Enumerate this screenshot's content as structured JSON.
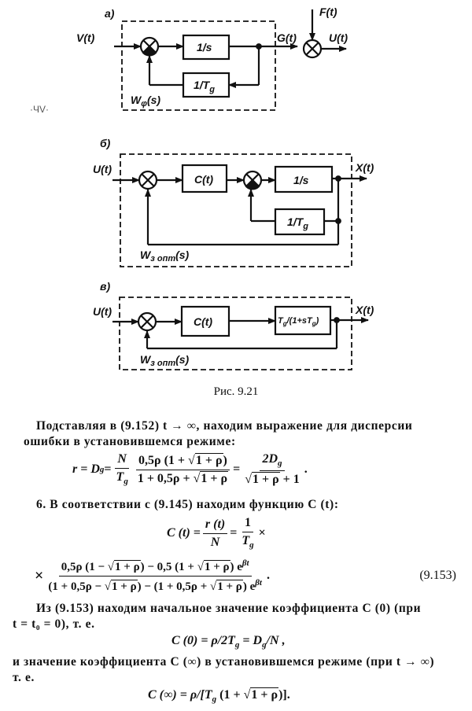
{
  "margin_mark": "·ЧV·",
  "figure": {
    "caption": "Рис. 9.21",
    "panel_a": {
      "label": "а)",
      "input": "V(t)",
      "output_inner": "G(t)",
      "disturbance": "F(t)",
      "output": "U(t)",
      "block_forward": "1/s",
      "block_feedback": "1/T",
      "block_feedback_sub": "g",
      "transfer_label": "W",
      "transfer_sub": "φ",
      "transfer_arg": "(s)"
    },
    "panel_b": {
      "label": "б)",
      "input": "U(t)",
      "output": "X(t)",
      "block_c": "C(t)",
      "block_forward": "1/s",
      "block_feedback": "1/T",
      "block_feedback_sub": "g",
      "transfer_label": "W",
      "transfer_sub": "з опт",
      "transfer_arg": "(s)"
    },
    "panel_v": {
      "label": "в)",
      "input": "U(t)",
      "output": "X(t)",
      "block_c": "C(t)",
      "block_plant": "T",
      "block_plant_rest": "/(1+sT",
      "block_plant_end": ")",
      "block_plant_sub": "g",
      "transfer_label": "W",
      "transfer_sub": "з опт",
      "transfer_arg": "(s)"
    }
  },
  "text": {
    "para1_line1": "Подставляя в (9.152) t → ∞, находим выражение для дисперсии",
    "para1_line2": "ошибки в установившемся режиме:",
    "eq1": {
      "lhs": "r = D",
      "lhs_sub": "g",
      "eq": " = ",
      "f1_num": "N",
      "f1_den": "T",
      "f1_den_sub": "g",
      "f2_num_a": "0,5ρ (1 + ",
      "f2_num_sqrt": "1 + ρ",
      "f2_num_b": ")",
      "f2_den_a": "1 + 0,5ρ + ",
      "f2_den_sqrt": "1 + ρ",
      "eq2": " = ",
      "f3_num": "2D",
      "f3_num_sub": "g",
      "f3_den_sqrt": "1 + ρ",
      "f3_den_b": " + 1",
      "end": " ."
    },
    "para2": "6. В соответствии с (9.145) находим функцию C (t):",
    "eq2": {
      "lhs": "C (t) = ",
      "f1_num": "r (t)",
      "f1_den": "N",
      "eq": " = ",
      "f2_num": "1",
      "f2_den": "T",
      "f2_den_sub": "g",
      "times": " ×"
    },
    "eq3": {
      "times": "×",
      "num_a": "0,5ρ (1 − ",
      "num_sqrt1": "1 + ρ",
      "num_b": ") − 0,5 (1 + ",
      "num_sqrt2": "1 + ρ",
      "num_c": ") e",
      "num_sup": "βt",
      "den_a": "(1 + 0,5ρ − ",
      "den_sqrt1": "1 + ρ",
      "den_b": ") − (1 + 0,5ρ + ",
      "den_sqrt2": "1 + ρ",
      "den_c": ") e",
      "den_sup": "βt",
      "end": " .",
      "number": "(9.153)"
    },
    "para3_line1": "Из (9.153) находим начальное значение коэффициента C (0) (при",
    "para3_line2": "t = t₀ = 0), т. е.",
    "eq4": {
      "a": "C (0) = ρ/2T",
      "a_sub": "g",
      "b": " = D",
      "b_sub": "g",
      "c": "/N ,"
    },
    "para4_line1": "и значение коэффициента C (∞) в установившемся режиме (при t → ∞)",
    "para4_line2": "т. е.",
    "eq5": {
      "a": "C (∞) = ρ/[T",
      "a_sub": "g",
      "b": " (1 + ",
      "sqrt": "1 + ρ",
      "c": ")]."
    }
  }
}
